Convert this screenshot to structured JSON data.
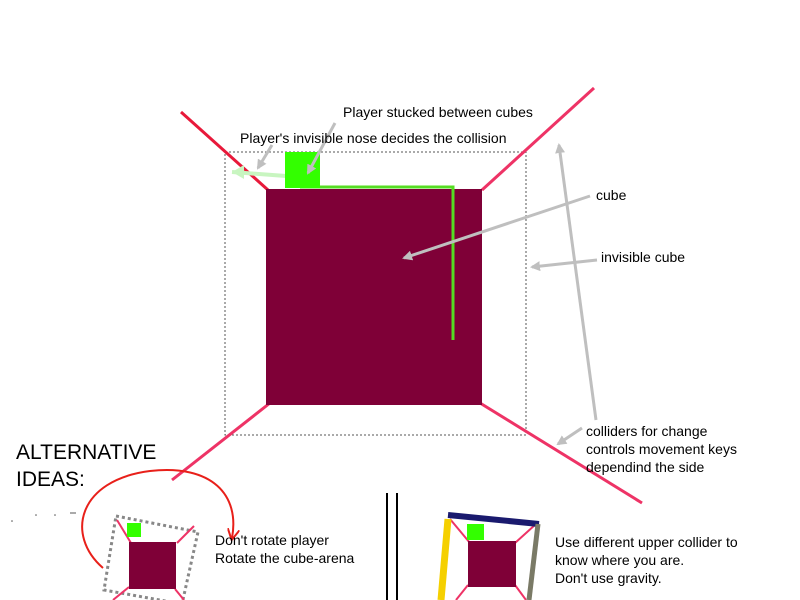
{
  "labels": {
    "stuck": "Player stucked between cubes",
    "nose": "Player's invisible nose decides the collision",
    "cube": "cube",
    "invisible_cube": "invisible cube",
    "colliders": "colliders for change\ncontrols movement keys\ndependind the side"
  },
  "alternatives": {
    "title": "ALTERNATIVE\nIDEAS:",
    "idea1": "Don't rotate player\nRotate the cube-arena",
    "idea2": "Use different upper collider to\nknow where you are.\nDon't use gravity."
  },
  "colors": {
    "cube": "#7f0037",
    "player": "#33ff00",
    "player_path": "#55dd22",
    "collider": "#ee3366",
    "collider_dark": "#e8193a",
    "arrow": "#bfbfbf",
    "annotation_arrow": "#e8201a",
    "upper_collider": "#1a1a6e",
    "side_collider_left": "#f5d000",
    "side_collider_right": "#7a7a66"
  }
}
